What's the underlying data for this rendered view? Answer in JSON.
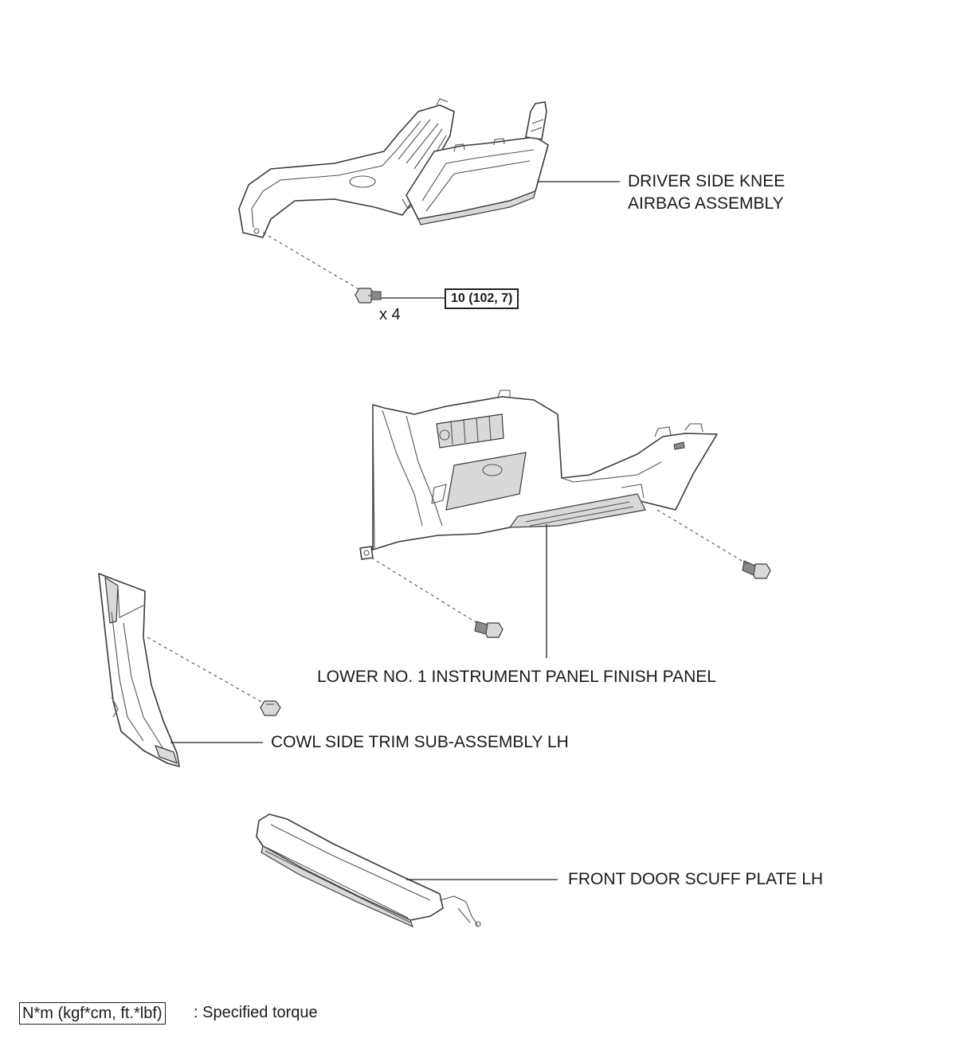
{
  "labels": {
    "knee_airbag_line1": "DRIVER SIDE KNEE",
    "knee_airbag_line2": "AIRBAG ASSEMBLY",
    "finish_panel": "LOWER NO. 1 INSTRUMENT PANEL FINISH PANEL",
    "cowl_trim": "COWL SIDE TRIM SUB-ASSEMBLY LH",
    "scuff_plate": "FRONT DOOR SCUFF PLATE LH"
  },
  "torque": {
    "value": "10 (102, 7)",
    "quantity": "x 4"
  },
  "legend": {
    "unit": "N*m (kgf*cm, ft.*lbf)",
    "description": ": Specified torque"
  }
}
